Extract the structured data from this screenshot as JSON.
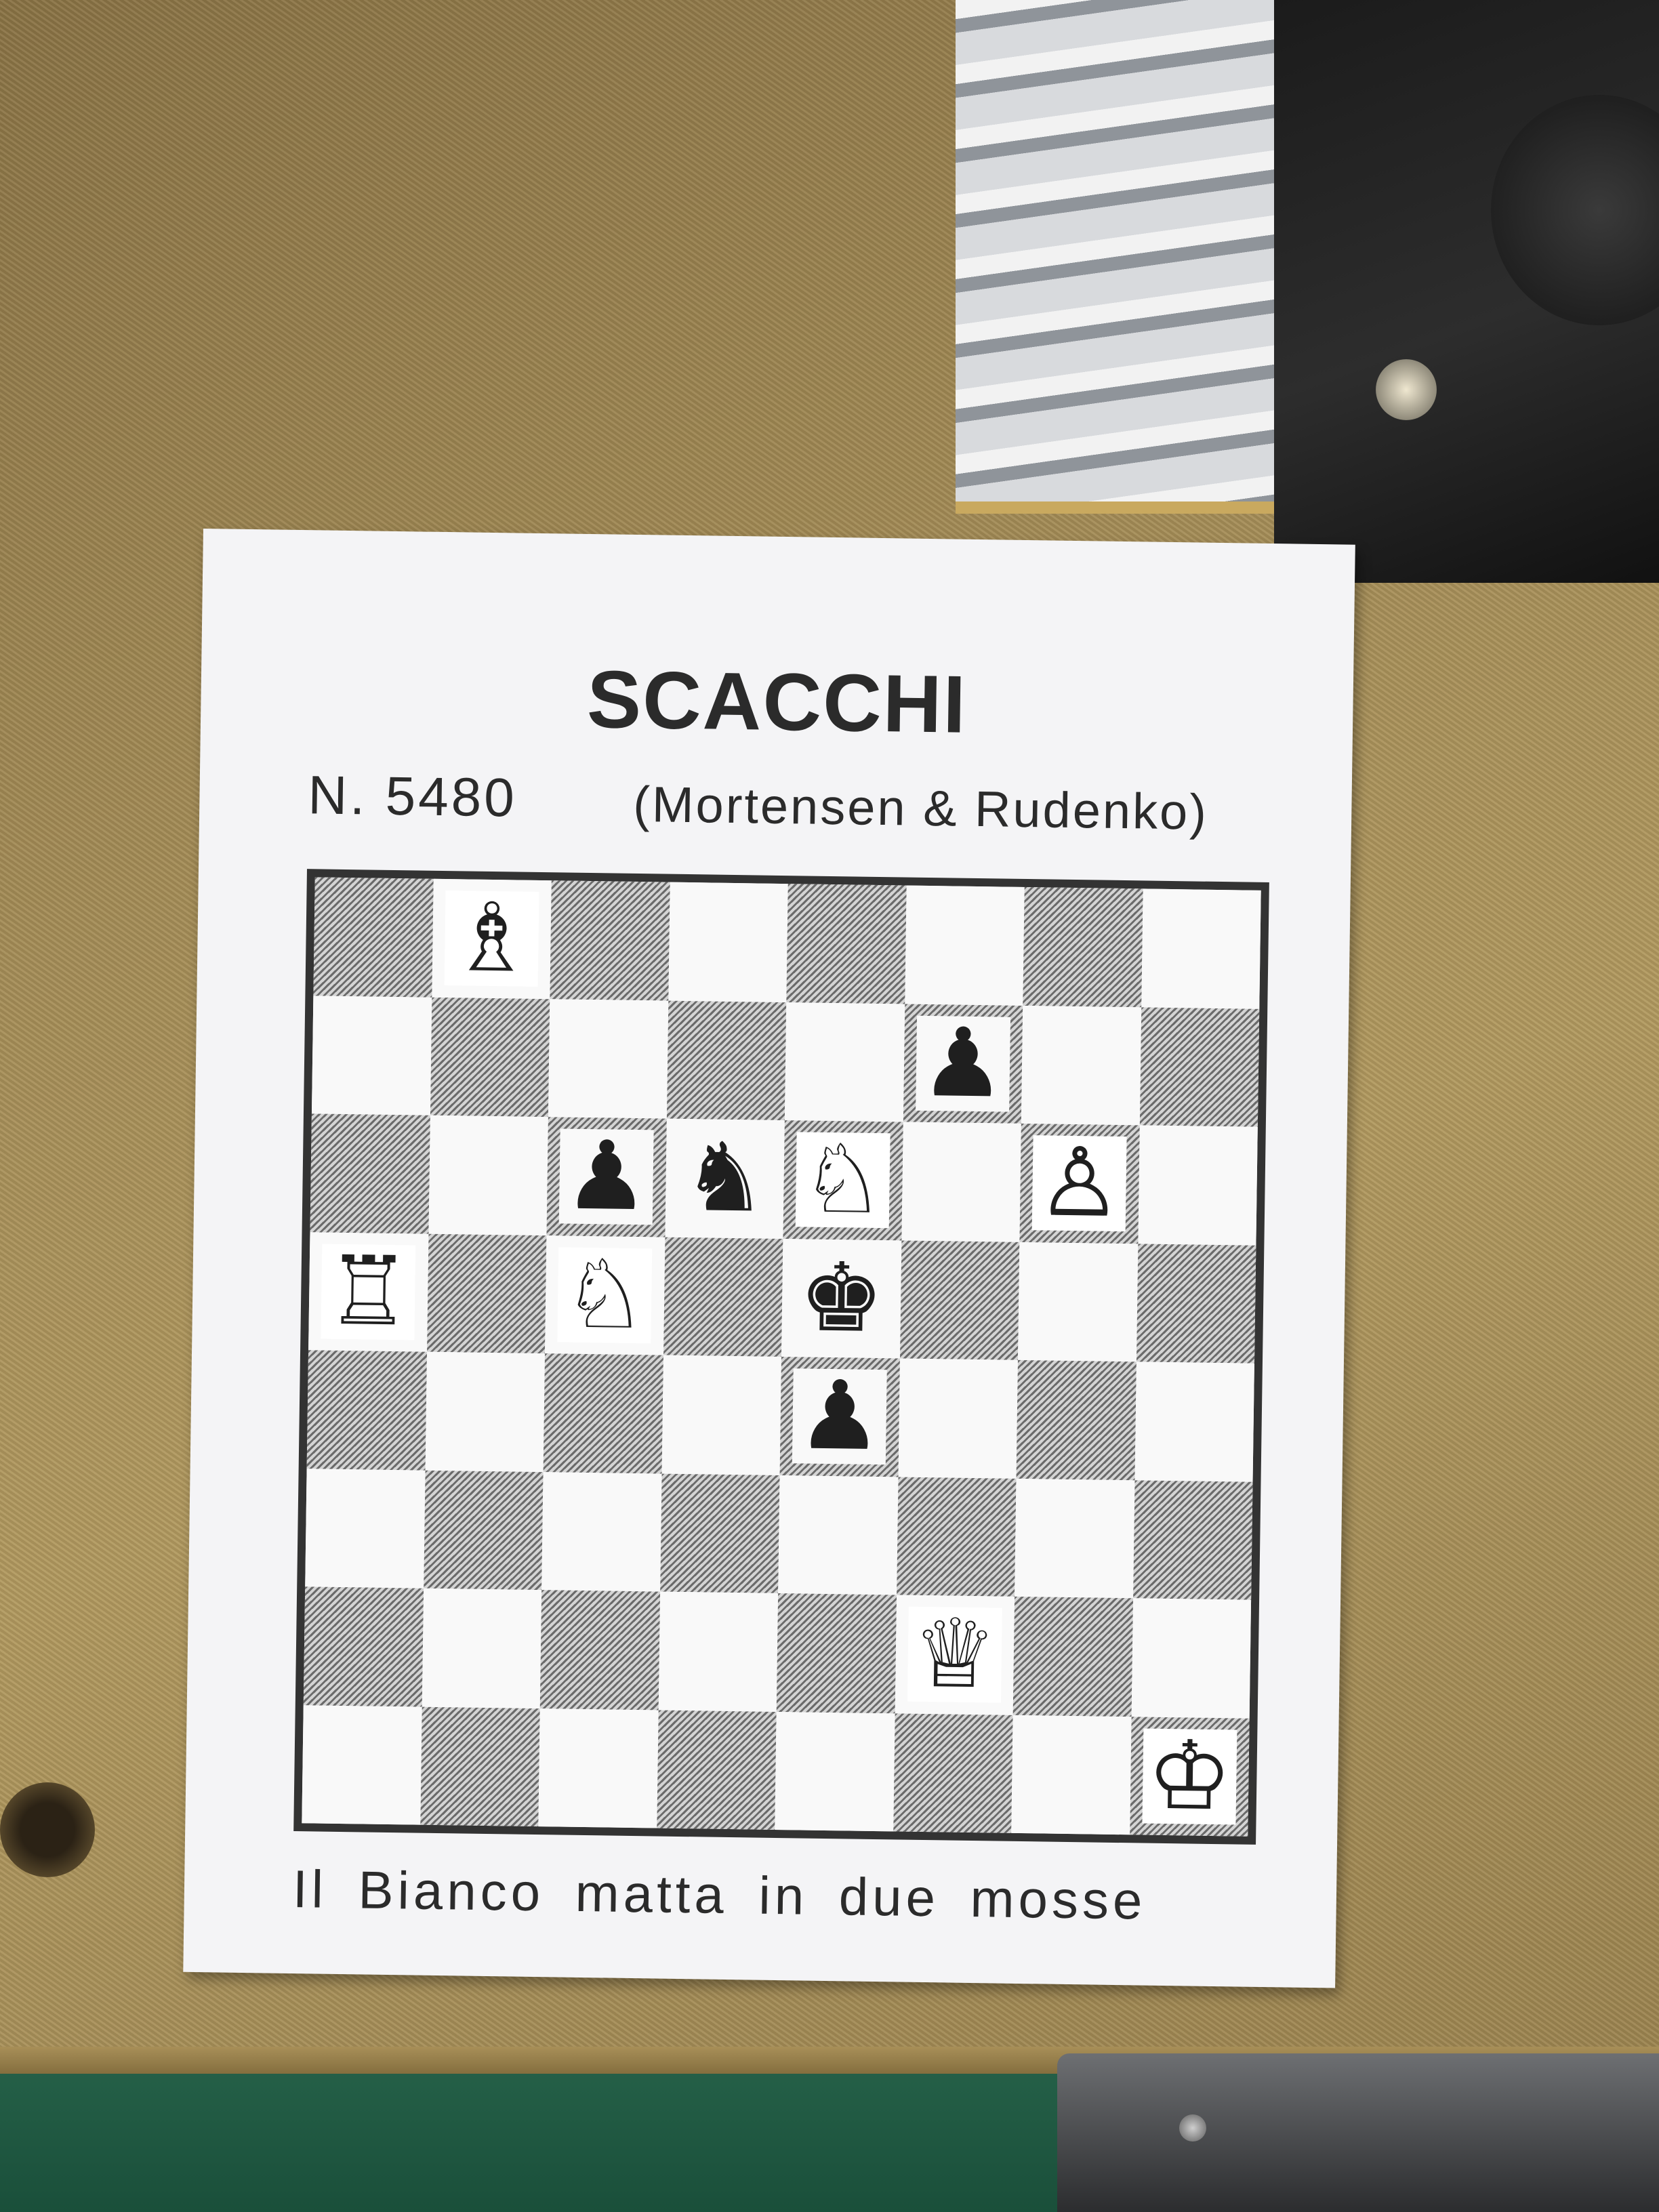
{
  "card": {
    "title": "SCACCHI",
    "number": "N. 5480",
    "authors": "(Mortensen & Rudenko)",
    "caption": "Il Bianco matta in due mosse"
  },
  "diagram": {
    "orientation": "white-at-bottom",
    "pieces": [
      {
        "square": "b8",
        "color": "white",
        "type": "bishop",
        "glyph": "♗"
      },
      {
        "square": "f7",
        "color": "black",
        "type": "pawn",
        "glyph": "♟"
      },
      {
        "square": "c6",
        "color": "black",
        "type": "pawn",
        "glyph": "♟"
      },
      {
        "square": "d6",
        "color": "black",
        "type": "knight",
        "glyph": "♞"
      },
      {
        "square": "e6",
        "color": "white",
        "type": "knight",
        "glyph": "♘"
      },
      {
        "square": "g6",
        "color": "white",
        "type": "pawn",
        "glyph": "♙"
      },
      {
        "square": "a5",
        "color": "white",
        "type": "rook",
        "glyph": "♖"
      },
      {
        "square": "c5",
        "color": "white",
        "type": "knight",
        "glyph": "♘"
      },
      {
        "square": "e5",
        "color": "black",
        "type": "king",
        "glyph": "♚"
      },
      {
        "square": "e4",
        "color": "black",
        "type": "pawn",
        "glyph": "♟"
      },
      {
        "square": "f2",
        "color": "white",
        "type": "queen",
        "glyph": "♕"
      },
      {
        "square": "h1",
        "color": "white",
        "type": "king",
        "glyph": "♔"
      }
    ]
  }
}
